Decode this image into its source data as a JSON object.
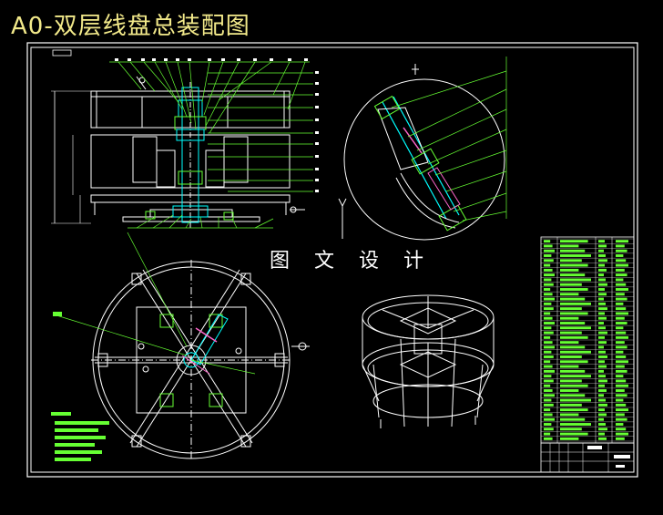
{
  "title": "A0-双层线盘总装配图",
  "watermark": "图 文 设 计",
  "colors": {
    "background": "#000000",
    "title": "#f2e98a",
    "frame": "#ffffff",
    "leader": "#66ff33",
    "part": "#00ffff",
    "highlight": "#ff66cc"
  },
  "views": {
    "front_section": "front-section-view",
    "detail": "detail-circle-view",
    "plan": "plan-view",
    "isometric": "isometric-view",
    "bom": "bill-of-materials-table",
    "notes": "technical-notes"
  }
}
